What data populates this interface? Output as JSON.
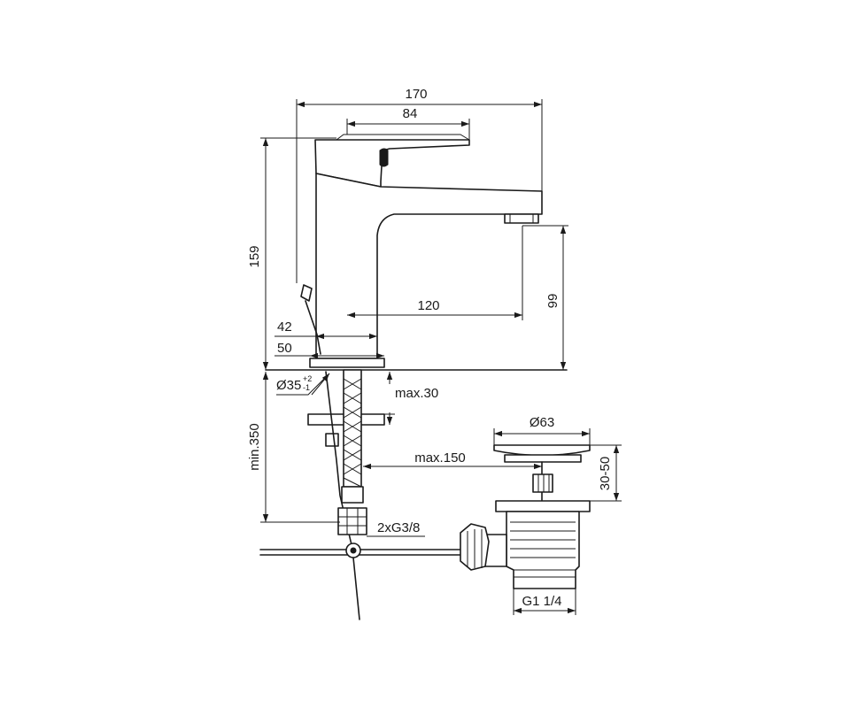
{
  "drawing": {
    "type": "technical-drawing",
    "subject": "basin mixer with pop-up waste",
    "line_color": "#1a1a1a",
    "background": "#ffffff"
  },
  "dimensions": {
    "overall_width": "170",
    "lever_width": "84",
    "overall_height": "159",
    "spout_height": "99",
    "spout_reach": "120",
    "body_width": "42",
    "base_width": "50",
    "hole_diameter": "Ø35",
    "hole_tol_upper": "+2",
    "hole_tol_lower": "-1",
    "deck_thickness": "max.30",
    "hose_length": "min.350",
    "rod_length": "max.150",
    "waste_diameter": "Ø63",
    "waste_height": "30-50",
    "connections": "2xG3/8",
    "waste_thread": "G1 1/4"
  }
}
